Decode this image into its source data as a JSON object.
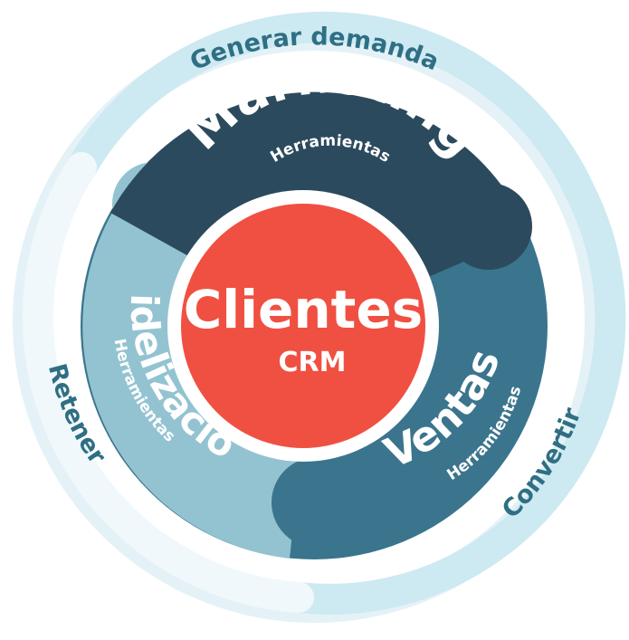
{
  "outer_ring": {
    "top_label": "Generar demanda",
    "right_label": "Convertir",
    "left_label": "Retener"
  },
  "segments": {
    "marketing": {
      "title": "Marketing",
      "subtitle": "Herramientas"
    },
    "ventas": {
      "title": "Ventas",
      "subtitle": "Herramientas"
    },
    "fidelizacion": {
      "title": "Fidelización",
      "subtitle": "Herramientas"
    }
  },
  "center": {
    "title": "Clientes",
    "subtitle": "CRM"
  },
  "colors": {
    "outer_ring": "#cde9f2",
    "outer_ring_dark": "#b9dfec",
    "outer_ring_left": "#eef7fb",
    "marketing": "#2c4a5d",
    "ventas": "#3a758d",
    "fidelizacion": "#93c3d1",
    "center": "#f05041",
    "outer_text": "#2f6f84"
  }
}
